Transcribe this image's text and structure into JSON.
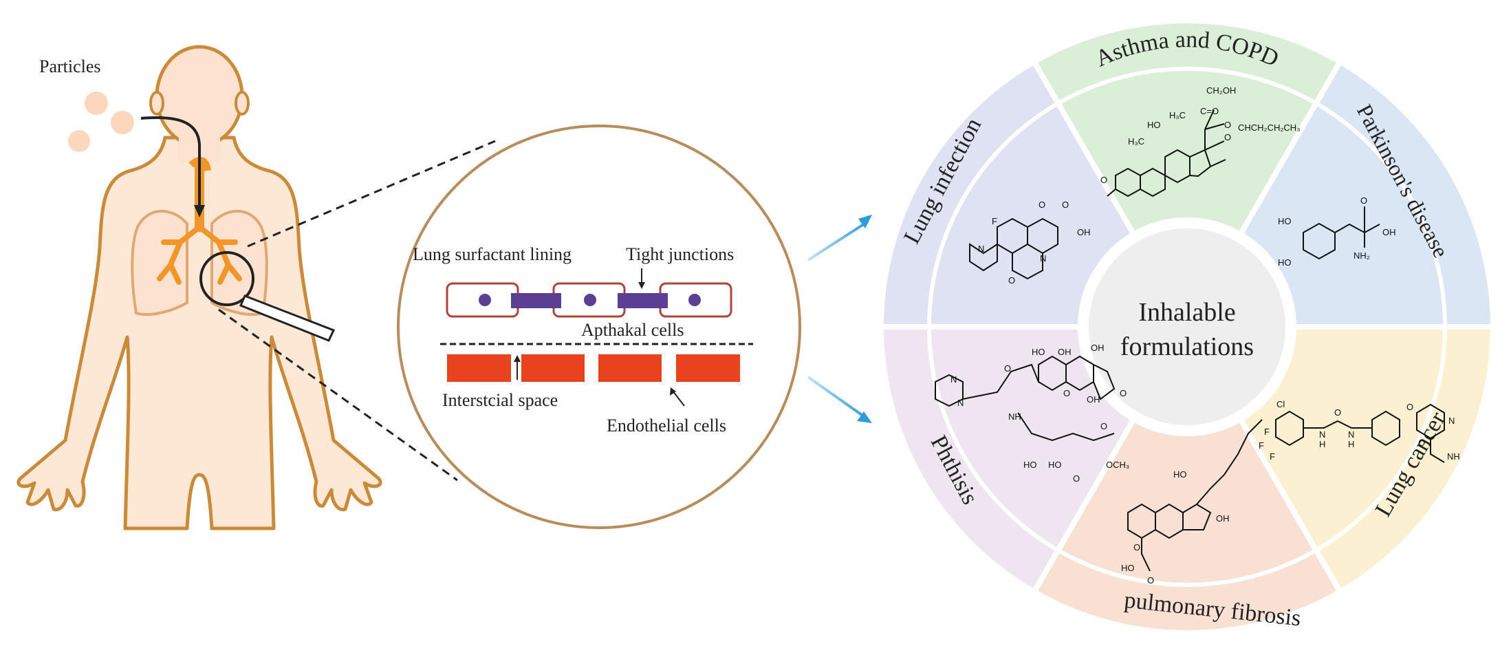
{
  "body": {
    "particles_label": "Particles"
  },
  "zoom": {
    "surfactant_label": "Lung surfactant lining",
    "tight_junctions_label": "Tight junctions",
    "apthakal_label": "Apthakal cells",
    "interstitial_label": "Interstcial space",
    "endothelial_label": "Endothelial cells"
  },
  "wheel": {
    "center_line1": "Inhalable",
    "center_line2": "formulations",
    "segments": [
      {
        "label": "Asthma and COPD",
        "color": "#dbeed7"
      },
      {
        "label": "Parkinson's disease",
        "color": "#dae6f4"
      },
      {
        "label": "Lung cancer",
        "color": "#fbf1d2"
      },
      {
        "label": "pulmonary fibrosis",
        "color": "#f8e0d3"
      },
      {
        "label": "Phthisis",
        "color": "#efe5f1"
      },
      {
        "label": "Lung infection",
        "color": "#dfe2f2"
      }
    ]
  },
  "chemistry": {
    "asthma": [
      "CH₂OH",
      "C=O",
      "HO",
      "H₃C",
      "H₃C",
      "O",
      "O",
      "CHCH₂CH₂CH₃",
      "O"
    ],
    "parkinson": [
      "HO",
      "HO",
      "O",
      "OH",
      "NH₂"
    ],
    "infection": [
      "F",
      "O",
      "O",
      "OH",
      "N",
      "N",
      "O"
    ],
    "cancer": [
      "Cl",
      "F",
      "F",
      "F",
      "N",
      "N",
      "H",
      "H",
      "O",
      "O",
      "N",
      "O",
      "NH"
    ],
    "fibrosis": [
      "HO",
      "OH",
      "O",
      "HO",
      "O"
    ],
    "phthisis": [
      "N",
      "N",
      "HO",
      "OH",
      "O",
      "O",
      "NH",
      "HO",
      "HO",
      "OH",
      "OCH₃",
      "O",
      "O",
      "O",
      "OH"
    ]
  },
  "colors": {
    "body_outline": "#c98a3a",
    "body_fill": "#fde3cf",
    "airway": "#f0962a",
    "arrow_blue": "#3aa6dc",
    "cell_fill": "#e8431f",
    "junction": "#5b3f95"
  }
}
